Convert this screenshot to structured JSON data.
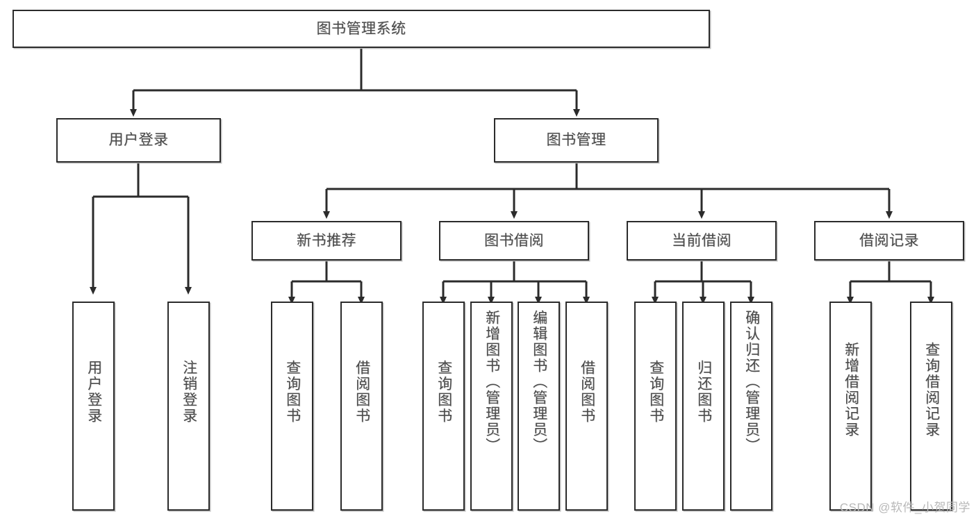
{
  "diagram": {
    "type": "tree",
    "title": "图书管理系统",
    "watermark": "CSDN @软件_小贺同学",
    "colors": {
      "box_border": "#2b2b2b",
      "box_fill": "#ffffff",
      "text": "#4a4a4a",
      "connector": "#2b2b2b",
      "watermark": "#b8b8b8",
      "background": "#ffffff"
    },
    "root": {
      "id": "root",
      "label": "图书管理系统",
      "orientation": "horizontal"
    },
    "level2": [
      {
        "id": "user-login",
        "label": "用户登录",
        "orientation": "horizontal"
      },
      {
        "id": "book-manage",
        "label": "图书管理",
        "orientation": "horizontal"
      }
    ],
    "level3": [
      {
        "id": "new-book-recommend",
        "label": "新书推荐",
        "orientation": "horizontal",
        "parent": "book-manage"
      },
      {
        "id": "book-borrow",
        "label": "图书借阅",
        "orientation": "horizontal",
        "parent": "book-manage"
      },
      {
        "id": "current-borrow",
        "label": "当前借阅",
        "orientation": "horizontal",
        "parent": "book-manage"
      },
      {
        "id": "borrow-record",
        "label": "借阅记录",
        "orientation": "horizontal",
        "parent": "book-manage"
      }
    ],
    "leaves": [
      {
        "id": "leaf-user-login",
        "label": "用户登录",
        "orientation": "vertical",
        "parent": "user-login"
      },
      {
        "id": "leaf-logout",
        "label": "注销登录",
        "orientation": "vertical",
        "parent": "user-login"
      },
      {
        "id": "leaf-query-book-1",
        "label": "查询图书",
        "orientation": "vertical",
        "parent": "new-book-recommend"
      },
      {
        "id": "leaf-borrow-book-1",
        "label": "借阅图书",
        "orientation": "vertical",
        "parent": "new-book-recommend"
      },
      {
        "id": "leaf-query-book-2",
        "label": "查询图书",
        "orientation": "vertical",
        "parent": "book-borrow"
      },
      {
        "id": "leaf-add-book",
        "label": "新增图书（管理员）",
        "orientation": "vertical",
        "parent": "book-borrow"
      },
      {
        "id": "leaf-edit-book",
        "label": "编辑图书（管理员）",
        "orientation": "vertical",
        "parent": "book-borrow"
      },
      {
        "id": "leaf-borrow-book-2",
        "label": "借阅图书",
        "orientation": "vertical",
        "parent": "book-borrow"
      },
      {
        "id": "leaf-query-book-3",
        "label": "查询图书",
        "orientation": "vertical",
        "parent": "current-borrow"
      },
      {
        "id": "leaf-return-book",
        "label": "归还图书",
        "orientation": "vertical",
        "parent": "current-borrow"
      },
      {
        "id": "leaf-confirm-return",
        "label": "确认归还（管理员）",
        "orientation": "vertical",
        "parent": "current-borrow"
      },
      {
        "id": "leaf-add-record",
        "label": "新增借阅记录",
        "orientation": "vertical",
        "parent": "borrow-record"
      },
      {
        "id": "leaf-query-record",
        "label": "查询借阅记录",
        "orientation": "vertical",
        "parent": "borrow-record"
      }
    ]
  }
}
